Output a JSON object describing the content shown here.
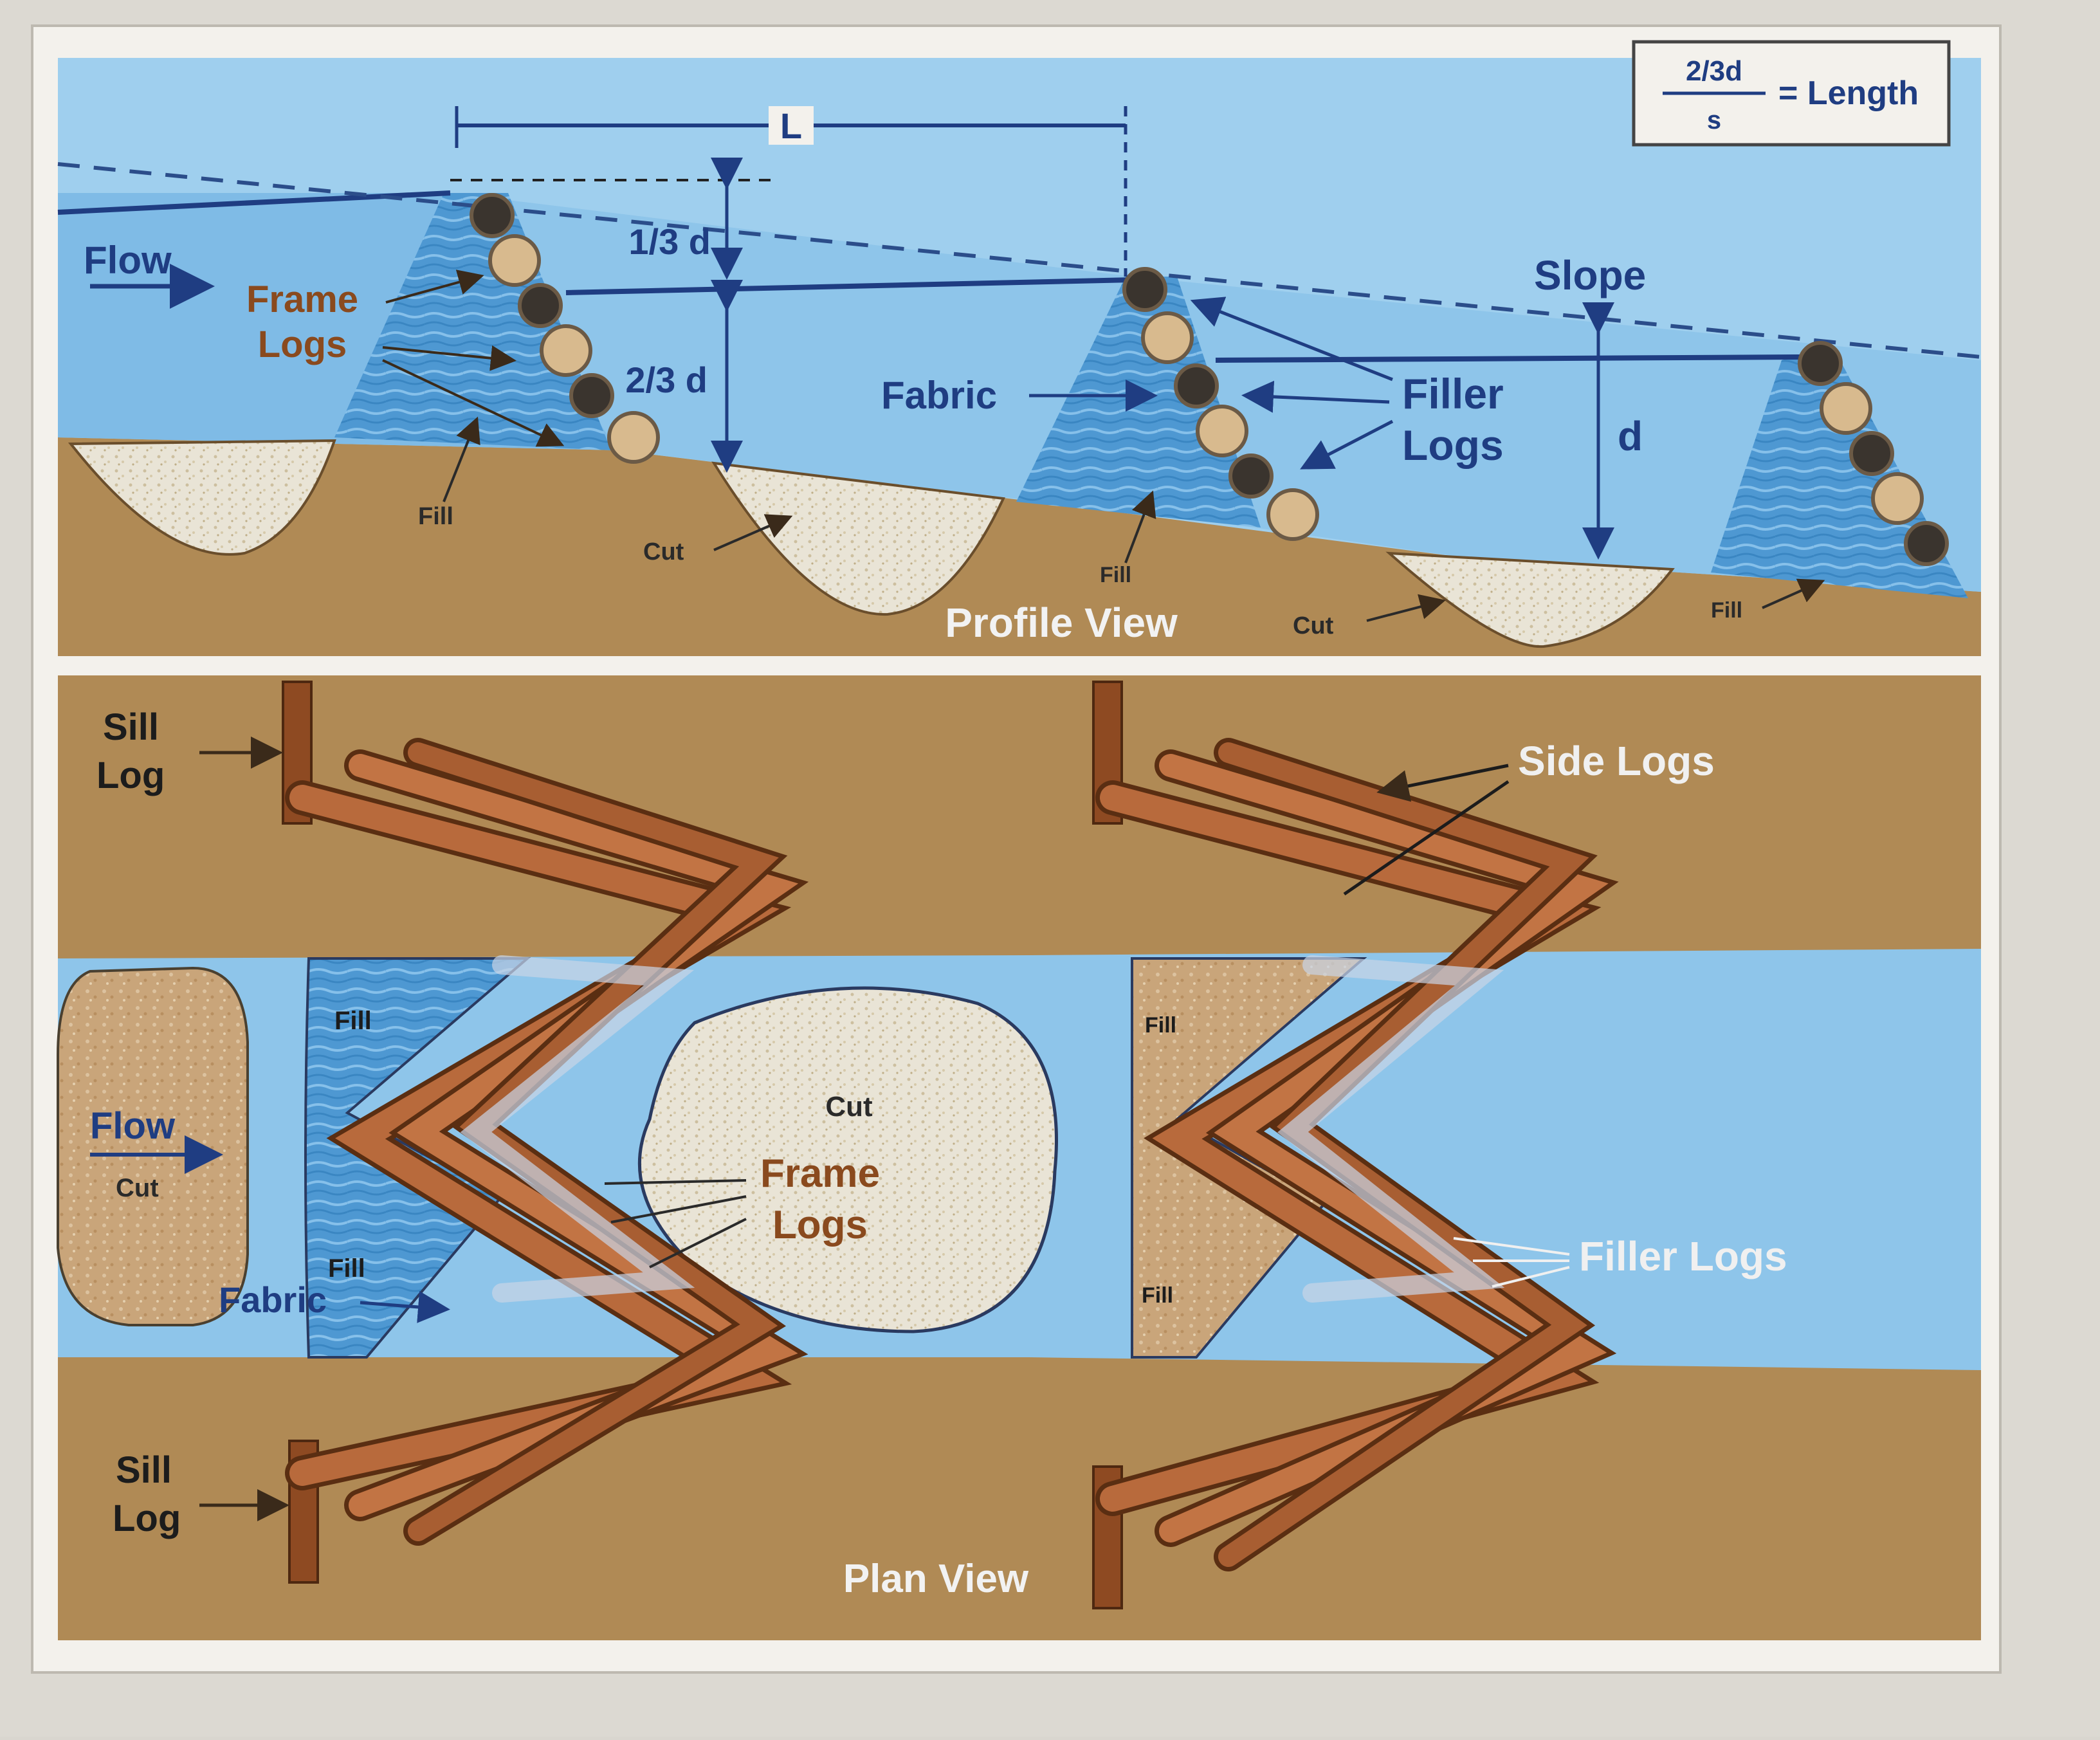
{
  "formula": {
    "numerator": "2/3d",
    "denominator": "s",
    "equals": "= Length"
  },
  "profile": {
    "flow": "Flow",
    "frame_logs": [
      "Frame",
      "Logs"
    ],
    "length": "L",
    "third_depth": "1/3 d",
    "two_thirds_depth": "2/3 d",
    "slope": "Slope",
    "fabric": "Fabric",
    "filler_logs": [
      "Filler",
      "Logs"
    ],
    "depth": "d",
    "fill": "Fill",
    "cut": "Cut",
    "view_title": "Profile View"
  },
  "plan": {
    "sill_log": [
      "Sill",
      "Log"
    ],
    "side_logs": "Side Logs",
    "fill": "Fill",
    "flow": "Flow",
    "cut": "Cut",
    "frame_logs": [
      "Frame",
      "Logs"
    ],
    "fabric": "Fabric",
    "filler_logs": "Filler Logs",
    "view_title": "Plan View"
  },
  "colors": {
    "water": "#8fc3e6",
    "water_deep": "#5aa4d8",
    "bed": "#b08a55",
    "bank": "#a9814c",
    "cut_fill": "#ece8dc",
    "log": "#b86a3c",
    "navy": "#1f3d82",
    "label_brown": "#8a4a1e"
  }
}
